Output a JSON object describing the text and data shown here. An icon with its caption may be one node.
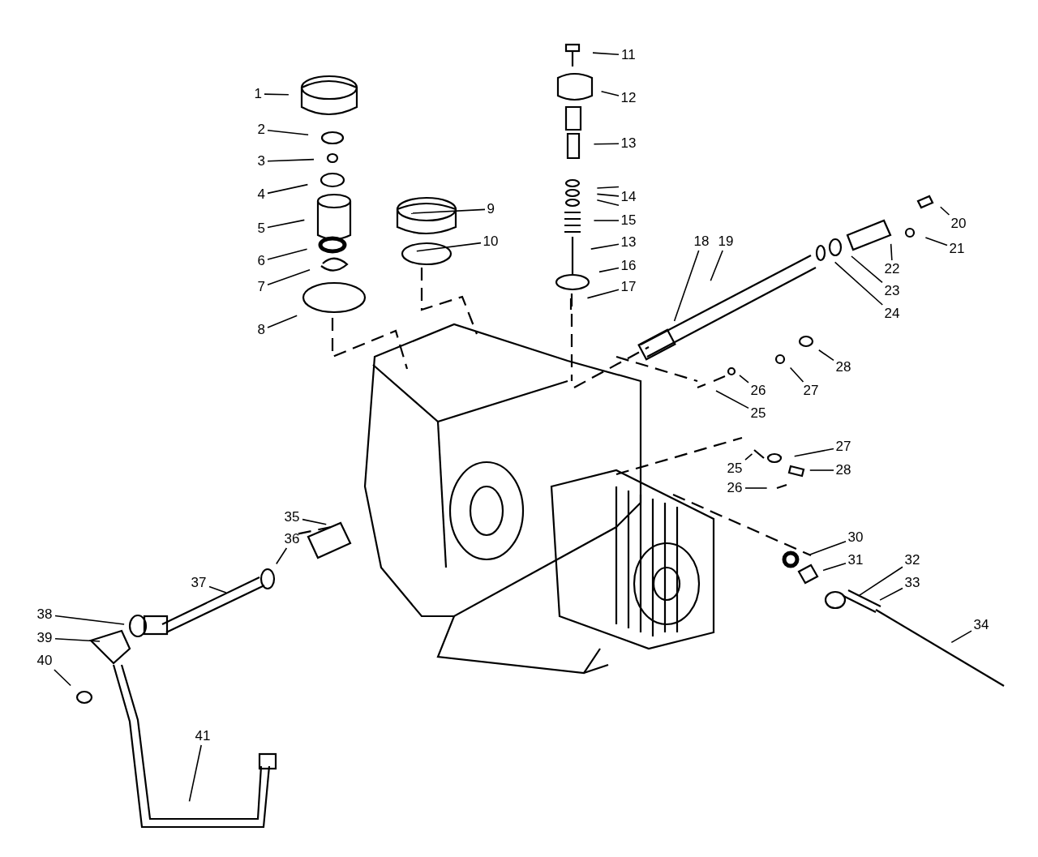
{
  "diagram": {
    "nodes": [
      {
        "text": [
          "1"
        ]
      },
      {
        "text": [
          "2"
        ]
      },
      {
        "text": [
          "3"
        ]
      },
      {
        "text": [
          "4"
        ]
      },
      {
        "text": [
          "5"
        ]
      },
      {
        "text": [
          "6"
        ]
      },
      {
        "text": [
          "7"
        ]
      },
      {
        "text": [
          "8"
        ]
      },
      {
        "text": [
          "9"
        ]
      },
      {
        "text": [
          "10"
        ]
      },
      {
        "text": [
          "11"
        ]
      },
      {
        "text": [
          "12"
        ]
      },
      {
        "text": [
          "13"
        ]
      },
      {
        "text": [
          "14"
        ]
      },
      {
        "text": [
          "15"
        ]
      },
      {
        "text": [
          "13"
        ]
      },
      {
        "text": [
          "16"
        ]
      },
      {
        "text": [
          "17"
        ]
      },
      {
        "text": [
          "18"
        ]
      },
      {
        "text": [
          "19"
        ]
      },
      {
        "text": [
          "20"
        ]
      },
      {
        "text": [
          "21"
        ]
      },
      {
        "text": [
          "22"
        ]
      },
      {
        "text": [
          "23"
        ]
      },
      {
        "text": [
          "24"
        ]
      },
      {
        "text": [
          "25"
        ]
      },
      {
        "text": [
          "26"
        ]
      },
      {
        "text": [
          "27"
        ]
      },
      {
        "text": [
          "28"
        ]
      },
      {
        "text": [
          "27"
        ]
      },
      {
        "text": [
          "28"
        ]
      },
      {
        "text": [
          "25"
        ]
      },
      {
        "text": [
          "26"
        ]
      },
      {
        "text": [
          "30"
        ]
      },
      {
        "text": [
          "31"
        ]
      },
      {
        "text": [
          "32"
        ]
      },
      {
        "text": [
          "33"
        ]
      },
      {
        "text": [
          "34"
        ]
      },
      {
        "text": [
          "35"
        ]
      },
      {
        "text": [
          "36"
        ]
      },
      {
        "text": [
          "37"
        ]
      },
      {
        "text": [
          "38"
        ]
      },
      {
        "text": [
          "39"
        ]
      },
      {
        "text": [
          "40"
        ]
      },
      {
        "text": [
          "41"
        ]
      }
    ],
    "edges": [
      {
        "from": 0,
        "to": null,
        "arrow": "none"
      },
      {
        "from": 1,
        "to": null,
        "arrow": "none"
      },
      {
        "from": 2,
        "to": null,
        "arrow": "none"
      },
      {
        "from": 3,
        "to": null,
        "arrow": "none"
      },
      {
        "from": 4,
        "to": null,
        "arrow": "none"
      },
      {
        "from": 5,
        "to": null,
        "arrow": "none"
      },
      {
        "from": 6,
        "to": null,
        "arrow": "none"
      },
      {
        "from": 7,
        "to": null,
        "arrow": "none"
      },
      {
        "from": 8,
        "to": null,
        "arrow": "none"
      },
      {
        "from": 9,
        "to": null,
        "arrow": "none"
      },
      {
        "from": 10,
        "to": null,
        "arrow": "none"
      },
      {
        "from": 11,
        "to": null,
        "arrow": "none"
      },
      {
        "from": 12,
        "to": null,
        "arrow": "none"
      },
      {
        "from": 13,
        "to": null,
        "arrow": "none"
      },
      {
        "from": 13,
        "to": null,
        "arrow": "none"
      },
      {
        "from": 13,
        "to": null,
        "arrow": "none"
      },
      {
        "from": 14,
        "to": null,
        "arrow": "none"
      },
      {
        "from": 15,
        "to": null,
        "arrow": "none"
      },
      {
        "from": 16,
        "to": null,
        "arrow": "none"
      },
      {
        "from": 17,
        "to": null,
        "arrow": "none"
      },
      {
        "from": 18,
        "to": null,
        "arrow": "none"
      },
      {
        "from": 19,
        "to": null,
        "arrow": "none"
      },
      {
        "from": 20,
        "to": null,
        "arrow": "none"
      },
      {
        "from": 21,
        "to": null,
        "arrow": "none"
      },
      {
        "from": 22,
        "to": null,
        "arrow": "none"
      },
      {
        "from": 23,
        "to": null,
        "arrow": "none"
      },
      {
        "from": 24,
        "to": null,
        "arrow": "none"
      },
      {
        "from": 25,
        "to": null,
        "arrow": "none"
      },
      {
        "from": 26,
        "to": null,
        "arrow": "none"
      },
      {
        "from": 27,
        "to": null,
        "arrow": "none"
      },
      {
        "from": 28,
        "to": null,
        "arrow": "none"
      },
      {
        "from": 29,
        "to": null,
        "arrow": "none"
      },
      {
        "from": 30,
        "to": null,
        "arrow": "none"
      },
      {
        "from": 31,
        "to": null,
        "arrow": "none"
      },
      {
        "from": 32,
        "to": null,
        "arrow": "none"
      },
      {
        "from": 33,
        "to": null,
        "arrow": "none"
      },
      {
        "from": 34,
        "to": null,
        "arrow": "none"
      },
      {
        "from": 35,
        "to": null,
        "arrow": "none"
      },
      {
        "from": 36,
        "to": null,
        "arrow": "none"
      },
      {
        "from": 37,
        "to": null,
        "arrow": "none"
      },
      {
        "from": 38,
        "to": null,
        "arrow": "none"
      },
      {
        "from": 39,
        "to": null,
        "arrow": "none"
      },
      {
        "from": 40,
        "to": null,
        "arrow": "none"
      },
      {
        "from": 41,
        "to": null,
        "arrow": "none"
      },
      {
        "from": 42,
        "to": null,
        "arrow": "none"
      },
      {
        "from": 43,
        "to": null,
        "arrow": "none"
      },
      {
        "from": 44,
        "to": null,
        "arrow": "none"
      }
    ]
  }
}
